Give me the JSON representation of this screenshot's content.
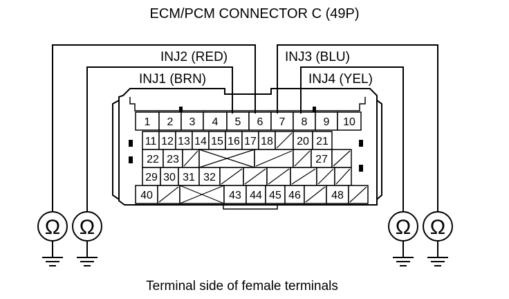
{
  "title": "ECM/PCM CONNECTOR C (49P)",
  "caption": "Terminal side of female terminals",
  "ohm_symbol": "Ω",
  "probe_labels": {
    "inj1": "INJ1 (BRN)",
    "inj2": "INJ2 (RED)",
    "inj3": "INJ3 (BLU)",
    "inj4": "INJ4 (YEL)"
  },
  "connector": {
    "rows": [
      [
        "1",
        "2",
        "3",
        "4",
        "5",
        "6",
        "7",
        "8",
        "9",
        "10"
      ],
      [
        "11",
        "12",
        "13",
        "14",
        "15",
        "16",
        "17",
        "18",
        "",
        "20",
        "21"
      ],
      [
        "22",
        "23",
        "",
        "",
        "",
        "",
        "",
        "",
        "27",
        ""
      ],
      [
        "29",
        "30",
        "31",
        "32",
        "",
        "",
        "",
        "",
        "",
        ""
      ],
      [
        "40",
        "",
        "",
        "43",
        "44",
        "45",
        "46",
        "",
        "48",
        ""
      ]
    ]
  }
}
